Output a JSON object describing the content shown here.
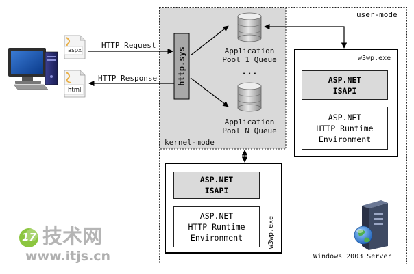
{
  "labels": {
    "user_mode": "user-mode",
    "kernel_mode": "kernel-mode",
    "http_sys": "http.sys",
    "http_request": "HTTP Request",
    "http_response": "HTTP Response",
    "pool1_line1": "Application",
    "pool1_line2": "Pool 1 Queue",
    "ellipsis": "...",
    "poolN_line1": "Application",
    "poolN_line2": "Pool N Queue",
    "file_aspx": "aspx",
    "file_html": "html",
    "windows_server": "Windows 2003 Server"
  },
  "worker_top": {
    "title": "w3wp.exe",
    "isapi_line1": "ASP.NET",
    "isapi_line2": "ISAPI",
    "runtime_line1": "ASP.NET",
    "runtime_line2": "HTTP Runtime",
    "runtime_line3": "Environment"
  },
  "worker_bottom": {
    "title": "w3wp.exe",
    "isapi_line1": "ASP.NET",
    "isapi_line2": "ISAPI",
    "runtime_line1": "ASP.NET",
    "runtime_line2": "HTTP Runtime",
    "runtime_line3": "Environment"
  },
  "watermark": {
    "badge": "17",
    "cn_text": "技术网",
    "url": "www.itjs.cn"
  },
  "colors": {
    "kernel_fill": "#d9d9d9",
    "http_sys_fill": "#a8a8a8",
    "isapi_fill": "#dadada",
    "watermark_green": "#8cc63f",
    "watermark_gray": "#b5b5b5"
  },
  "icons": [
    "client-computer-icon",
    "aspx-file-icon",
    "html-file-icon",
    "pool-1-database-icon",
    "pool-n-database-icon",
    "windows-server-icon",
    "globe-icon"
  ]
}
